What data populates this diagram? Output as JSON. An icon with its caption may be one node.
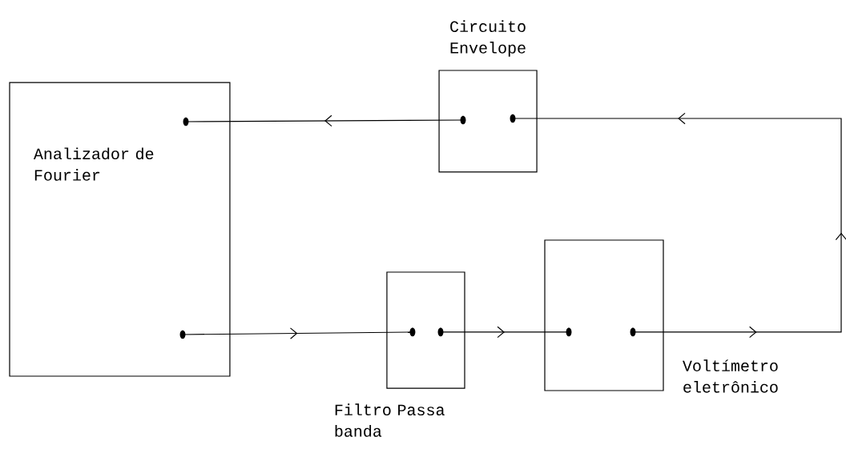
{
  "diagram": {
    "nodes": [
      {
        "text": [
          "Analizador de Fourier"
        ]
      },
      {
        "text": [
          "Circuito Envelope"
        ]
      },
      {
        "text": [
          "Filtro Passa banda"
        ]
      },
      {
        "text": [
          "Voltímetro eletrônico"
        ]
      }
    ],
    "edges": [
      {
        "from": 0,
        "to": 2,
        "arrow": "to"
      },
      {
        "from": 2,
        "to": 3,
        "arrow": "to"
      },
      {
        "from": 3,
        "to": 1,
        "arrow": "to"
      },
      {
        "from": 1,
        "to": 0,
        "arrow": "to"
      }
    ]
  }
}
